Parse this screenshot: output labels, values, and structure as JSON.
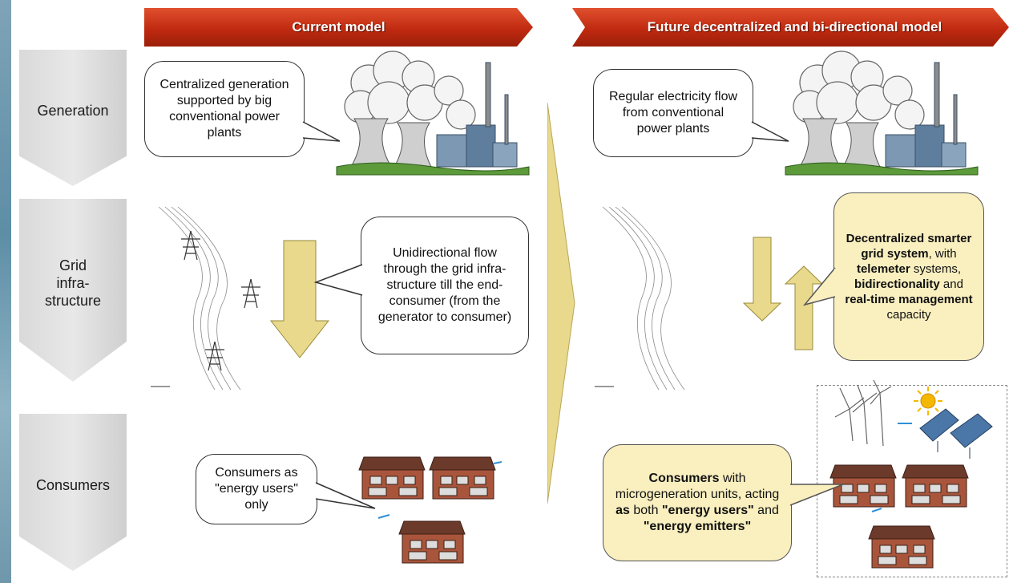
{
  "headers": {
    "current": "Current model",
    "future": "Future decentralized and bi-directional model"
  },
  "rows": {
    "generation": "Generation",
    "grid": [
      "Grid",
      "infra-",
      "structure"
    ],
    "consumers": "Consumers"
  },
  "current": {
    "generation_text": "Centralized generation supported by big conventional power plants",
    "grid_text": "Unidirectional flow through the grid infra-structure till the end-consumer (from the generator to consumer)",
    "consumers_text": "Consumers as \"energy users\" only"
  },
  "future": {
    "generation_text": "Regular electricity flow from conventional power plants",
    "grid": {
      "b1": "Decentralized smarter grid system",
      "t1": ", with ",
      "b2": "telemeter",
      "t2": " systems, ",
      "b3": "bidirectionality",
      "t3": " and ",
      "b4": "real-time management",
      "t4": " capacity"
    },
    "consumers": {
      "b1": "Consumers",
      "t1": " with microgeneration units, acting ",
      "b2": "as",
      "t2": " both ",
      "b3": "\"energy users\"",
      "t3": " and ",
      "b4": "\"energy emitters\""
    }
  },
  "colors": {
    "banner_red": "#c02a10",
    "arrow_yellow": "#e8d98c",
    "bubble_yellow": "#f9efbf",
    "row_grey": "#d9d9d9"
  }
}
